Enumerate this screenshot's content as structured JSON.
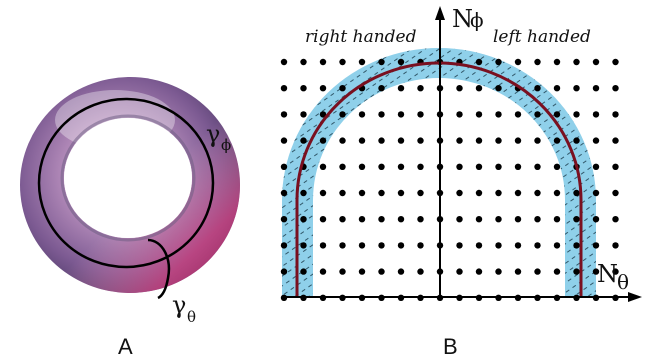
{
  "panel_a": {
    "label": "A",
    "gamma_phi": {
      "symbol": "γ",
      "subscript": "ϕ"
    },
    "gamma_theta": {
      "symbol": "γ",
      "subscript": "θ"
    }
  },
  "panel_b": {
    "label": "B",
    "left_region_label": "right handed",
    "right_region_label": "left handed",
    "y_axis": {
      "symbol": "N",
      "subscript": "ϕ"
    },
    "x_axis": {
      "symbol": "N",
      "subscript": "θ"
    },
    "colors": {
      "band_fill": "#8fd0ea",
      "curve": "#7a1020",
      "dots": "#000000",
      "axes": "#000000"
    }
  }
}
